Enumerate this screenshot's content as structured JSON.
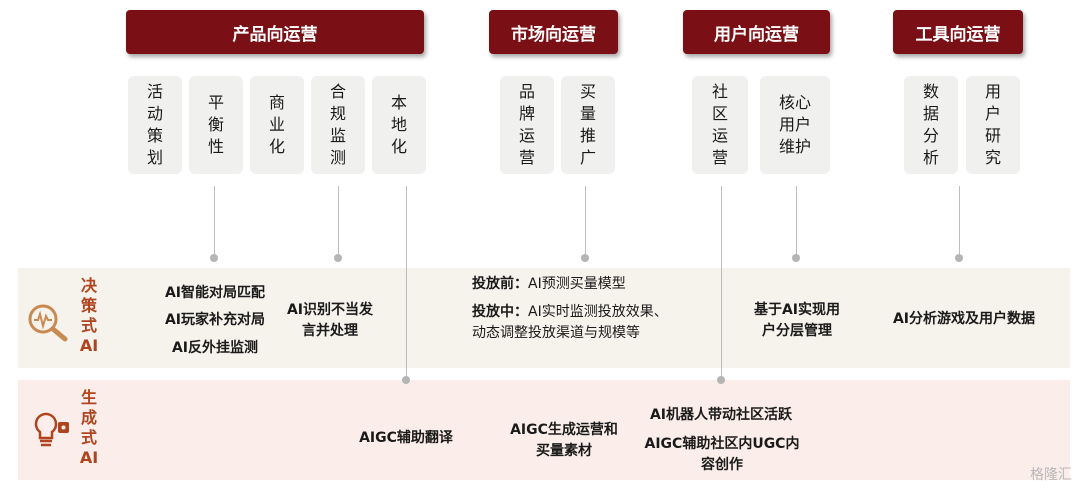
{
  "headers": [
    {
      "label": "产品向运营"
    },
    {
      "label": "市场向运营"
    },
    {
      "label": "用户向运营"
    },
    {
      "label": "工具向运营"
    }
  ],
  "subs": {
    "activity": "活动策划",
    "balance": "平衡性",
    "commercial": "商业化",
    "compliance": "合规监测",
    "localization": "本地化",
    "brand": "品牌运营",
    "buy": "买量推广",
    "community": "社区运营",
    "core_user": "核心用户维护",
    "data": "数据分析",
    "research": "用户研究"
  },
  "rows": {
    "decision": "决策式AI",
    "generative": "生成式AI"
  },
  "decision": {
    "product_lines": [
      "AI智能对局匹配",
      "AI玩家补充对局",
      "AI反外挂监测"
    ],
    "compliance": "AI识别不当发言并处理",
    "market_pre_label": "投放前：",
    "market_pre_text": "AI预测买量模型",
    "market_mid_label": "投放中：",
    "market_mid_text": "AI实时监测投放效果、动态调整投放渠道与规模等",
    "user": "基于AI实现用户分层管理",
    "tool": "AI分析游戏及用户数据"
  },
  "generative": {
    "translation": "AIGC辅助翻译",
    "market": "AIGC生成运营和买量素材",
    "community1": "AI机器人带动社区活跃",
    "community2": "AIGC辅助社区内UGC内容创作"
  },
  "watermark": "格隆汇",
  "colors": {
    "header": "#7a1016",
    "accent": "#b0441f",
    "band1": "#f6f2ec",
    "band2": "#fbeeea"
  },
  "icons": [
    "magnifier-pulse-icon",
    "lightbulb-gear-icon"
  ]
}
